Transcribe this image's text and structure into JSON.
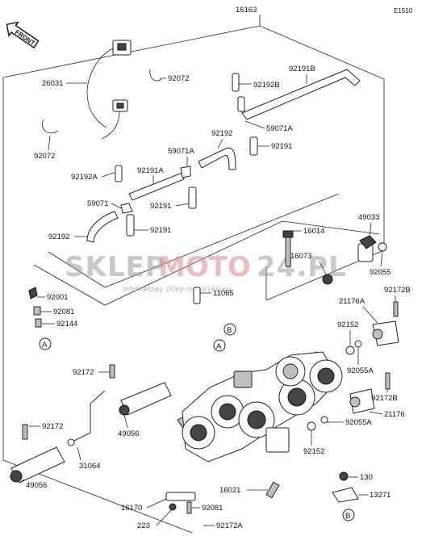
{
  "diagram": {
    "ref_code": "E1510",
    "front_label": "FRONT",
    "assembly_number": "16163",
    "circle_refs": {
      "a": "A",
      "b": "B"
    },
    "watermark": {
      "brand_gray": "SKLEP",
      "brand_red": "MOTO",
      "brand_gray_end": "24.PL",
      "tagline": "internetowy sklep motocyklowy"
    },
    "parts": [
      "26031",
      "92072",
      "92072",
      "92191B",
      "92192B",
      "59071A",
      "92191",
      "92192",
      "59071A",
      "92192A",
      "92191A",
      "59071",
      "92191",
      "92192",
      "92191",
      "16014",
      "49033",
      "16073",
      "92055",
      "11065",
      "92001",
      "92081",
      "92144",
      "92172B",
      "21176A",
      "92152",
      "92055A",
      "92172",
      "92172B",
      "21176",
      "49056",
      "92172",
      "31064",
      "49056",
      "92055A",
      "92152",
      "16021",
      "130",
      "13271",
      "16170",
      "92081",
      "223",
      "92172A"
    ]
  }
}
